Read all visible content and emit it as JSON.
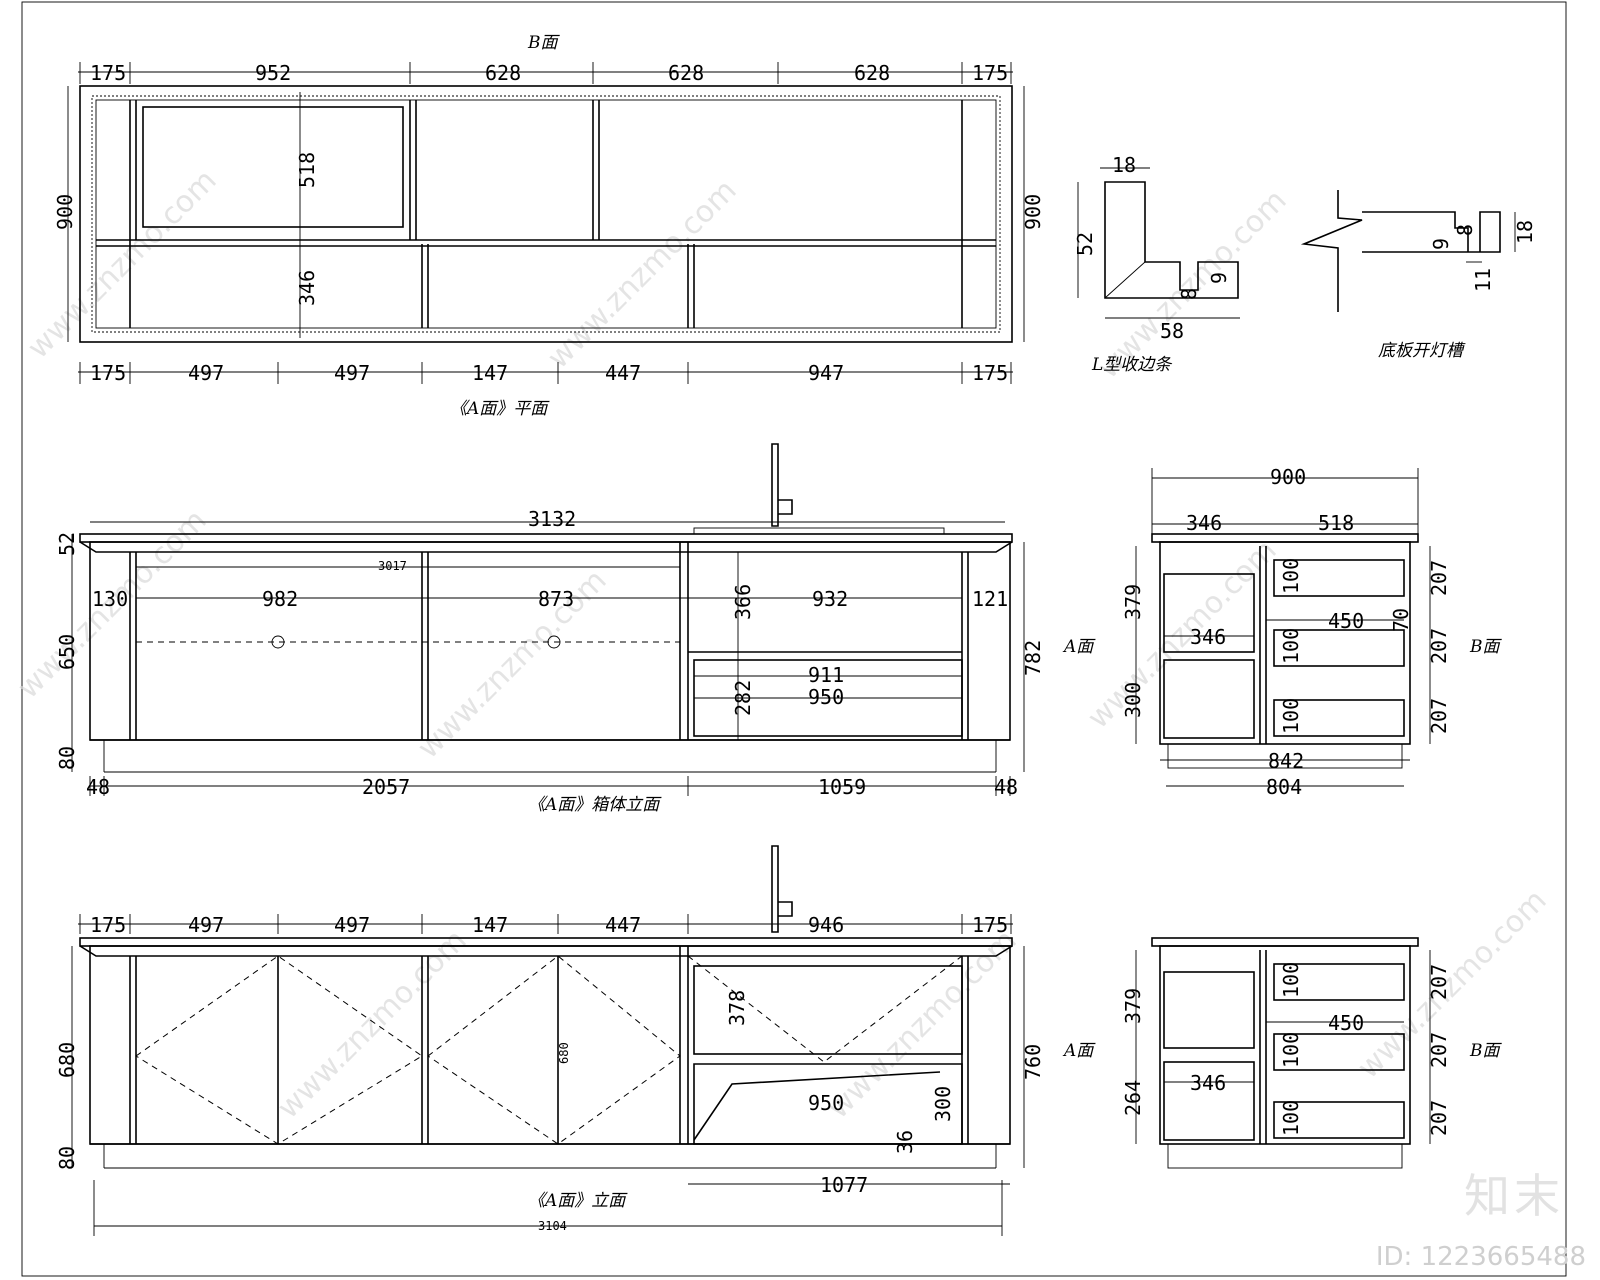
{
  "captions": {
    "b_face_top": "B面",
    "plan": "《A面》平面",
    "l_strip": "L型收边条",
    "light_slot": "底板开灯槽",
    "cabinet_elev": "《A面》箱体立面",
    "front_elev": "《A面》立面",
    "a_face": "A面",
    "b_face": "B面"
  },
  "plan_view": {
    "top_dims": [
      "175",
      "952",
      "628",
      "628",
      "628",
      "175"
    ],
    "bottom_dims": [
      "175",
      "497",
      "497",
      "147",
      "447",
      "947",
      "175"
    ],
    "height_left": "900",
    "height_right": "900",
    "inner": [
      "518",
      "346"
    ]
  },
  "l_strip_detail": {
    "top": "18",
    "left": "52",
    "bottom": "58",
    "inner_a": "9",
    "inner_b": "8"
  },
  "light_slot_detail": {
    "a": "8",
    "b": "9",
    "c": "18",
    "d": "11"
  },
  "cabinet_elevation": {
    "total": "3132",
    "inner_total": "3017",
    "row": [
      "130",
      "982",
      "873",
      "366",
      "932",
      "121"
    ],
    "left_h": "650",
    "base_h": "80",
    "top_h": "52",
    "right_h": "782",
    "lower": [
      "911",
      "950",
      "282"
    ],
    "bottom": [
      "48",
      "2057",
      "1059",
      "48"
    ]
  },
  "side_section_1": {
    "top": "900",
    "top_parts": [
      "346",
      "518"
    ],
    "left": [
      "379",
      "300"
    ],
    "inner": [
      "346",
      "450"
    ],
    "drawers": [
      "100",
      "100",
      "100"
    ],
    "right": [
      "207",
      "207",
      "207"
    ],
    "small": "70",
    "bottom": [
      "842",
      "804"
    ]
  },
  "front_elevation": {
    "top_dims": [
      "175",
      "497",
      "497",
      "147",
      "447",
      "946",
      "175"
    ],
    "left_h": "680",
    "base_h": "80",
    "right_h": "760",
    "door_h": "680",
    "sink": [
      "378",
      "950",
      "300",
      "36"
    ],
    "bottom": "1077",
    "overall": "3104"
  },
  "side_section_2": {
    "left": [
      "379",
      "264"
    ],
    "inner": [
      "450",
      "346"
    ],
    "drawers": [
      "100",
      "100",
      "100"
    ],
    "right": [
      "207",
      "207",
      "207"
    ]
  },
  "watermark": {
    "text": "www.znzmo.com",
    "brand": "知末",
    "id": "ID: 1223665488"
  }
}
